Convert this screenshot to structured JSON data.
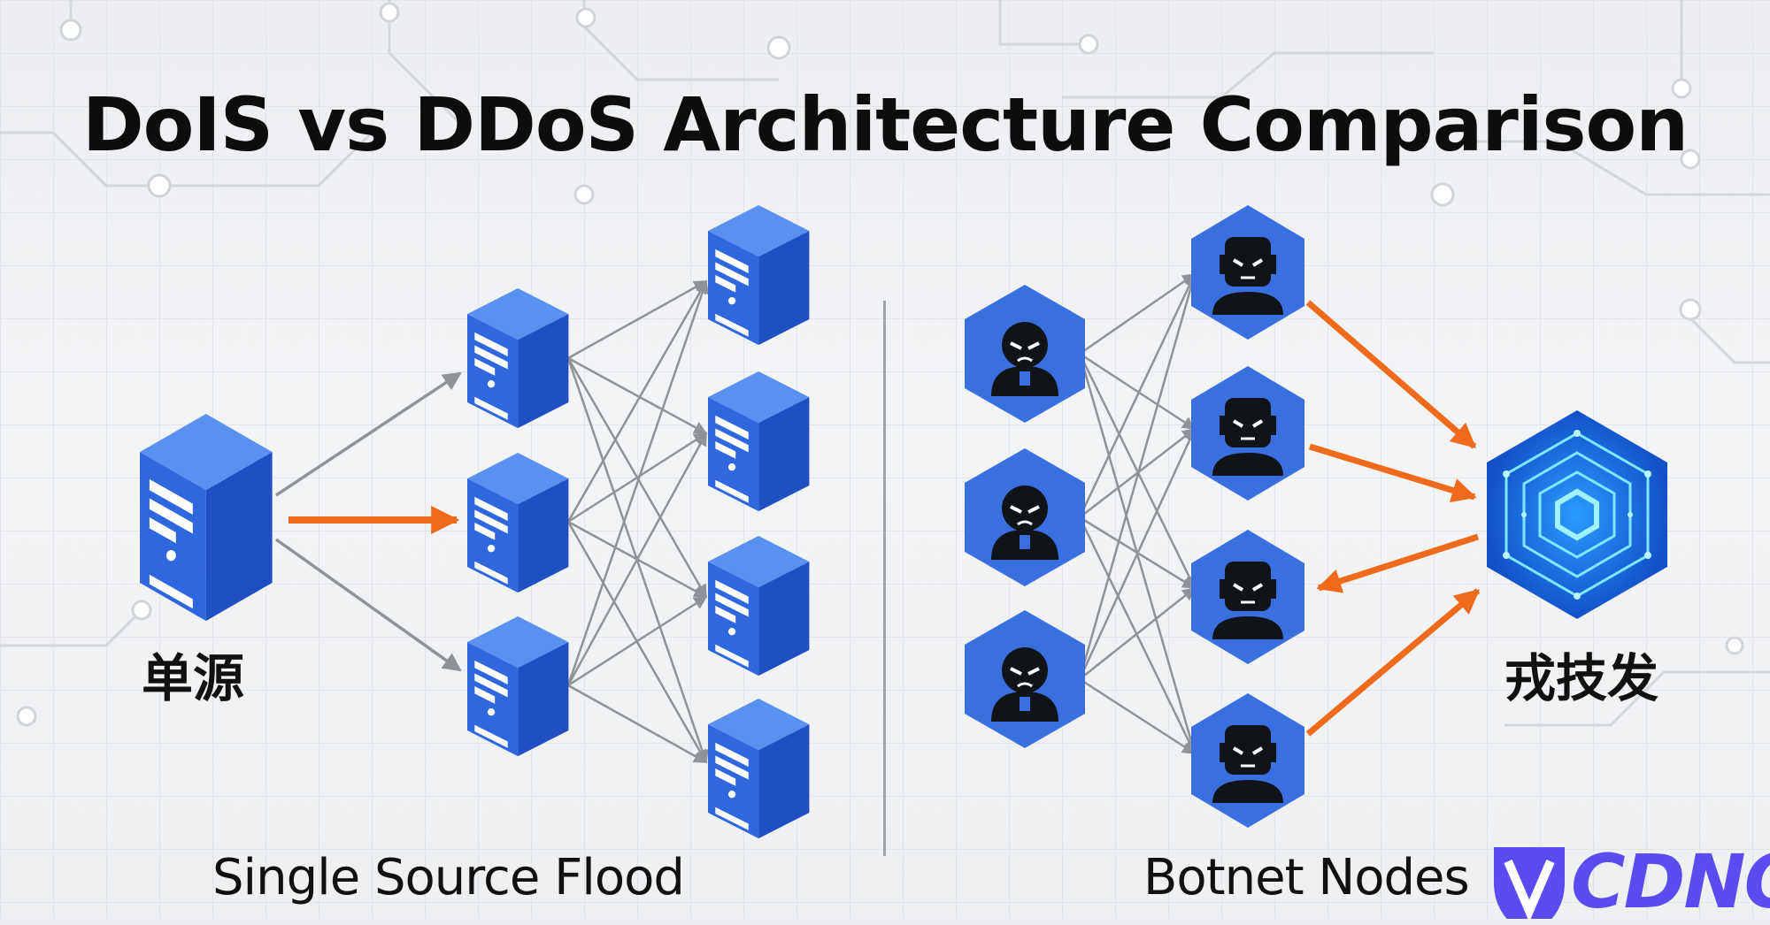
{
  "title": "DoIS vs DDoS Architecture Comparison",
  "left": {
    "source_label": "单源",
    "caption": "Single Source Flood"
  },
  "right": {
    "target_label": "戎技发",
    "caption": "Botnet Nodes"
  },
  "brand": {
    "text": "CDNOT"
  },
  "colors": {
    "node_blue": "#3a6fe0",
    "arrow_orange": "#f06a1c",
    "arrow_gray": "#8e939a",
    "core_glow": "#6fe4ff",
    "brand_purple": "#5a4cf0"
  },
  "icons": {
    "server": "server-icon",
    "attacker": "hooded-attacker-icon",
    "bot": "bot-face-icon",
    "target": "hex-core-target-icon",
    "brand": "shield-v-logo"
  }
}
